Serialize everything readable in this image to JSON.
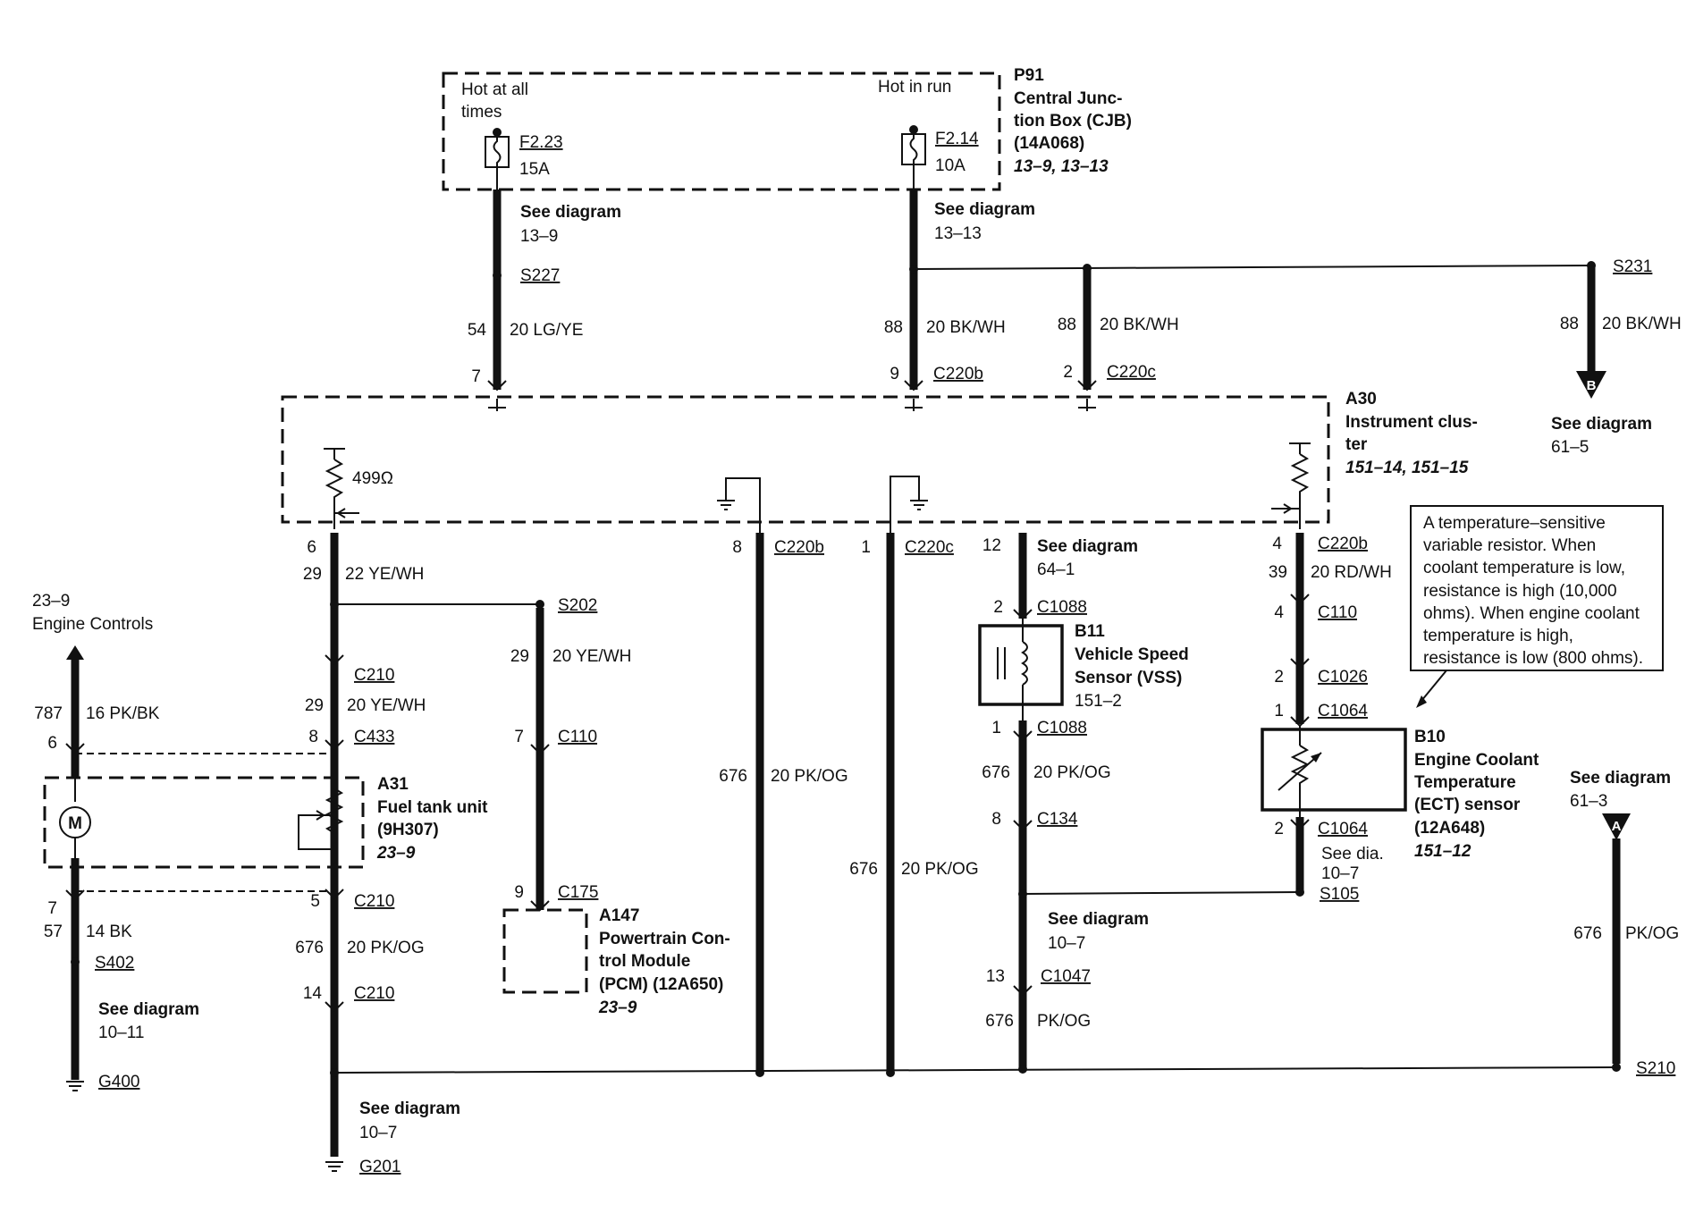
{
  "cjb": {
    "hot_all_1": "Hot at all",
    "hot_all_2": "times",
    "hot_run": "Hot in run",
    "f223": "F2.23",
    "f223_amp": "15A",
    "f214": "F2.14",
    "f214_amp": "10A",
    "id": "P91",
    "name_1": "Central Junc-",
    "name_2": "tion Box (CJB)",
    "part": "(14A068)",
    "ref": "13–9, 13–13"
  },
  "left_fuse_circuit": {
    "see": "See diagram",
    "see_ref": "13–9",
    "splice": "S227",
    "circuit": "54",
    "wire": "20 LG/YE",
    "pin": "7"
  },
  "right_fuse_circuit": {
    "see": "See diagram",
    "see_ref": "13–13",
    "circuit": "88",
    "wire": "20 BK/WH",
    "pin": "9",
    "conn": "C220b"
  },
  "branch_c220c": {
    "circuit": "88",
    "wire": "20 BK/WH",
    "pin": "2",
    "conn": "C220c"
  },
  "s231_branch": {
    "splice": "S231",
    "circuit": "88",
    "wire": "20 BK/WH",
    "arrow": "B",
    "see": "See diagram",
    "see_ref": "61–5"
  },
  "cluster": {
    "id": "A30",
    "name_1": "Instrument clus-",
    "name_2": "ter",
    "ref": "151–14, 151–15",
    "resistor": "499Ω"
  },
  "fuel_circuit": {
    "pin_top": "6",
    "circuit": "29",
    "wire": "22 YE/WH",
    "splice": "S202",
    "c210_top": "C210",
    "circuit2": "29",
    "wire2": "20 YE/WH",
    "pin_c433": "8",
    "c433": "C433",
    "pin_c210b": "5",
    "c210b": "C210",
    "circuit3": "676",
    "wire3": "20 PK/OG",
    "pin_c210c": "14",
    "c210c": "C210",
    "see": "See diagram",
    "see_ref": "10–7",
    "ground": "G201"
  },
  "pcm_circuit": {
    "circuit": "29",
    "wire": "20 YE/WH",
    "pin_c110": "7",
    "c110": "C110",
    "pin_c175": "9",
    "c175": "C175",
    "id": "A147",
    "name_1": "Powertrain Con-",
    "name_2": "trol Module",
    "name_3": "(PCM) (12A650)",
    "ref": "23–9"
  },
  "engine_controls": {
    "ref": "23–9",
    "name": "Engine Controls",
    "circuit": "787",
    "wire": "16 PK/BK",
    "pin": "6",
    "pin_c210": "7",
    "circuit_gnd": "57",
    "wire_gnd": "14 BK",
    "splice": "S402",
    "see": "See diagram",
    "see_ref": "10–11",
    "ground": "G400"
  },
  "fuel_tank": {
    "id": "A31",
    "name": "Fuel tank unit",
    "part": "(9H307)",
    "ref": "23–9",
    "motor": "M"
  },
  "ground_c220b": {
    "pin": "8",
    "conn": "C220b",
    "circuit": "676",
    "wire": "20 PK/OG"
  },
  "ground_c220c": {
    "pin": "1",
    "conn": "C220c",
    "circuit": "676",
    "wire": "20 PK/OG"
  },
  "vss": {
    "pin_top": "12",
    "see": "See diagram",
    "see_ref": "64–1",
    "pin_c1088a": "2",
    "c1088a": "C1088",
    "id": "B11",
    "name_1": "Vehicle Speed",
    "name_2": "Sensor (VSS)",
    "ref": "151–2",
    "pin_c1088b": "1",
    "c1088b": "C1088",
    "circuit": "676",
    "wire": "20 PK/OG",
    "pin_c134": "8",
    "c134": "C134",
    "see2": "See diagram",
    "see2_ref": "10–7",
    "pin_c1047": "13",
    "c1047": "C1047",
    "circuit2": "676",
    "wire2": "PK/OG"
  },
  "ect": {
    "pin_top": "4",
    "conn_top": "C220b",
    "circuit": "39",
    "wire": "20 RD/WH",
    "pin_c110": "4",
    "c110": "C110",
    "pin_c1026": "2",
    "c1026": "C1026",
    "pin_c1064a": "1",
    "c1064a": "C1064",
    "id": "B10",
    "name_1": "Engine Coolant",
    "name_2": "Temperature",
    "name_3": "(ECT) sensor",
    "part": "(12A648)",
    "ref": "151–12",
    "pin_c1064b": "2",
    "c1064b": "C1064",
    "see": "See dia.",
    "see_ref": "10–7",
    "splice": "S105"
  },
  "note": {
    "l1": "A temperature–sensitive",
    "l2": "variable resistor.  When",
    "l3": "coolant temperature is low,",
    "l4": "resistance is high (10,000",
    "l5": "ohms).  When engine coolant",
    "l6": "temperature is high,",
    "l7": "resistance is low (800 ohms)."
  },
  "a_branch": {
    "see": "See diagram",
    "see_ref": "61–3",
    "arrow": "A",
    "circuit": "676",
    "wire": "PK/OG",
    "splice": "S210"
  }
}
